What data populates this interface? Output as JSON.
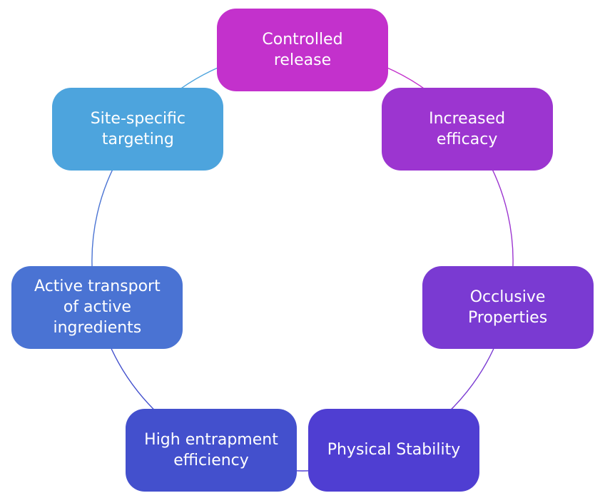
{
  "diagram": {
    "type": "cycle",
    "background_color": "#ffffff",
    "text_color": "#ffffff",
    "nodes": [
      {
        "label": "Controlled release",
        "lines": [
          "Controlled",
          "release"
        ],
        "color": "#c331cc"
      },
      {
        "label": "Increased efficacy",
        "lines": [
          "Increased",
          "efficacy"
        ],
        "color": "#9c35d0"
      },
      {
        "label": "Occlusive Properties",
        "lines": [
          "Occlusive",
          "Properties"
        ],
        "color": "#7a3ad2"
      },
      {
        "label": "Physical Stability",
        "lines": [
          "Physical Stability"
        ],
        "color": "#4f3ed2"
      },
      {
        "label": "High entrapment efficiency",
        "lines": [
          "High entrapment",
          "efficiency"
        ],
        "color": "#4350cd"
      },
      {
        "label": "Active transport of active ingredients",
        "lines": [
          "Active transport",
          "of active",
          "ingredients"
        ],
        "color": "#4a73d3"
      },
      {
        "label": "Site-specific targeting",
        "lines": [
          "Site-specific",
          "targeting"
        ],
        "color": "#4da4dd"
      }
    ]
  }
}
